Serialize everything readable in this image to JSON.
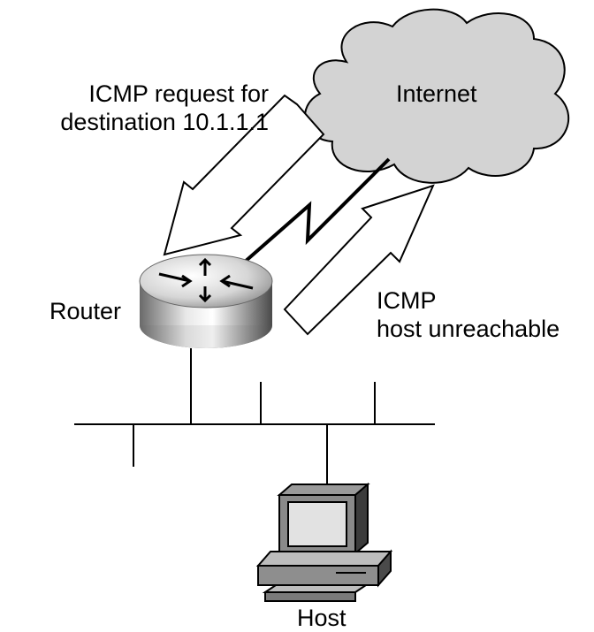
{
  "labels": {
    "request_line1": "ICMP request for",
    "request_line2": "destination 10.1.1.1",
    "internet": "Internet",
    "router": "Router",
    "reply_line1": "ICMP",
    "reply_line2": "host unreachable",
    "host": "Host"
  },
  "colors": {
    "cloud_fill": "#d3d3d3",
    "router_body": "#a9a9a9",
    "router_top": "#d0d0d0",
    "host_screen": "#e2e2e2",
    "line": "#000000"
  }
}
